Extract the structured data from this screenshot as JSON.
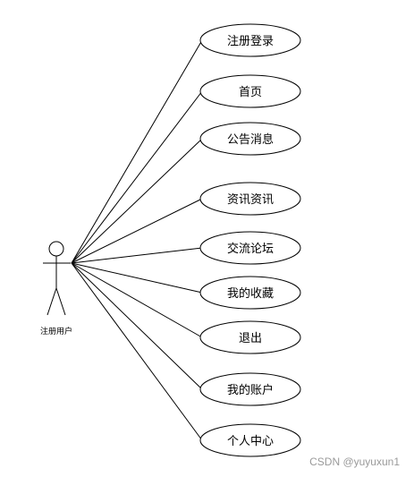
{
  "actor": {
    "label": "注册用户"
  },
  "use_cases": [
    {
      "label": "注册登录"
    },
    {
      "label": "首页"
    },
    {
      "label": "公告消息"
    },
    {
      "label": "资讯资讯"
    },
    {
      "label": "交流论坛"
    },
    {
      "label": "我的收藏"
    },
    {
      "label": "退出"
    },
    {
      "label": "我的账户"
    },
    {
      "label": "个人中心"
    }
  ],
  "watermark": "CSDN @yuyuxun1"
}
